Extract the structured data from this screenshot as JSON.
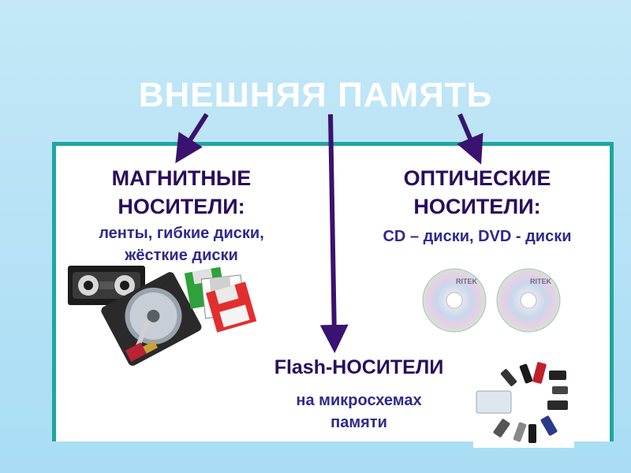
{
  "title": "ВНЕШНЯЯ ПАМЯТЬ",
  "magnetic": {
    "heading_line1": "МАГНИТНЫЕ",
    "heading_line2": "НОСИТЕЛИ:",
    "desc_line1": "ленты, гибкие диски,",
    "desc_line2": "жёсткие диски"
  },
  "optical": {
    "heading_line1": "ОПТИЧЕСКИЕ",
    "heading_line2": "НОСИТЕЛИ:",
    "desc": "CD – диски,  DVD - диски",
    "disc_brand": "RITEK"
  },
  "flash": {
    "heading": "Flash-НОСИТЕЛИ",
    "desc_line1": "на микросхемах",
    "desc_line2": "памяти"
  },
  "colors": {
    "background": "#b6e2f6",
    "panel_border": "#1fa6a0",
    "heading": "#2a0d5c",
    "subtext": "#2f2a8c",
    "arrow": "#3a1270"
  }
}
